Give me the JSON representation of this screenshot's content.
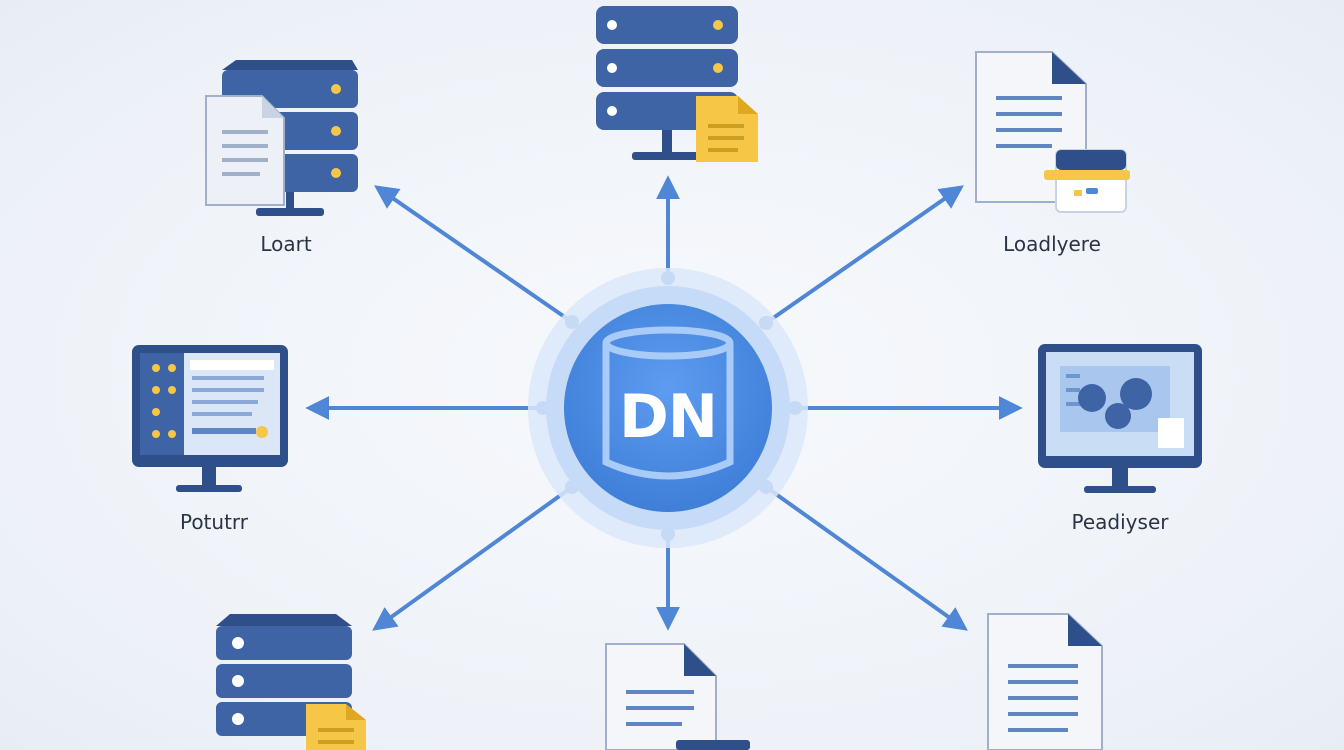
{
  "hub": {
    "text": "DN"
  },
  "nodes": [
    {
      "id": "top-left",
      "label": "Loart",
      "icon": "server-document-icon"
    },
    {
      "id": "top",
      "label": "",
      "icon": "server-folder-icon"
    },
    {
      "id": "top-right",
      "label": "Loadlyere",
      "icon": "document-window-icon"
    },
    {
      "id": "left",
      "label": "Potutrr",
      "icon": "monitor-app-icon"
    },
    {
      "id": "right",
      "label": "Peadiyser",
      "icon": "monitor-chart-icon"
    },
    {
      "id": "bottom-left",
      "label": "",
      "icon": "server-folder-icon"
    },
    {
      "id": "bottom",
      "label": "",
      "icon": "document-icon"
    },
    {
      "id": "bottom-right",
      "label": "",
      "icon": "document-icon"
    }
  ],
  "colors": {
    "primary": "#3e64a6",
    "dark": "#2e4f8a",
    "arrow": "#4f86d6",
    "hub": "#4d8fe6",
    "halo": "#cfe0f8",
    "accent": "#f6c747",
    "paper": "#f4f6fa"
  }
}
